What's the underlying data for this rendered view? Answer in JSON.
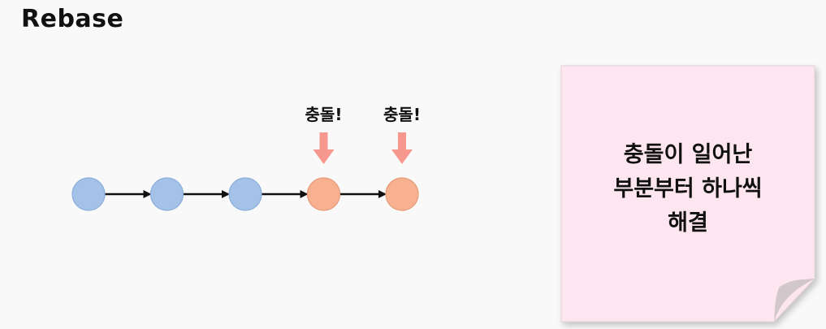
{
  "slide": {
    "title": "Rebase"
  },
  "diagram": {
    "commits": [
      {
        "status": "base",
        "color": "#a4c2e8",
        "stroke": "#8aaedb"
      },
      {
        "status": "base",
        "color": "#a4c2e8",
        "stroke": "#8aaedb"
      },
      {
        "status": "base",
        "color": "#a4c2e8",
        "stroke": "#8aaedb"
      },
      {
        "status": "conflict",
        "color": "#f8b190",
        "stroke": "#e69a77",
        "label": "충돌!"
      },
      {
        "status": "conflict",
        "color": "#f8b190",
        "stroke": "#e69a77",
        "label": "충돌!"
      }
    ],
    "arrow_color": "#111111",
    "marker_color": "#f7988f"
  },
  "note": {
    "lines": [
      "충돌이 일어난",
      "부분부터 하나씩",
      "해결"
    ],
    "background": "#fde6ef",
    "fold_color": "#d2c7cb"
  }
}
